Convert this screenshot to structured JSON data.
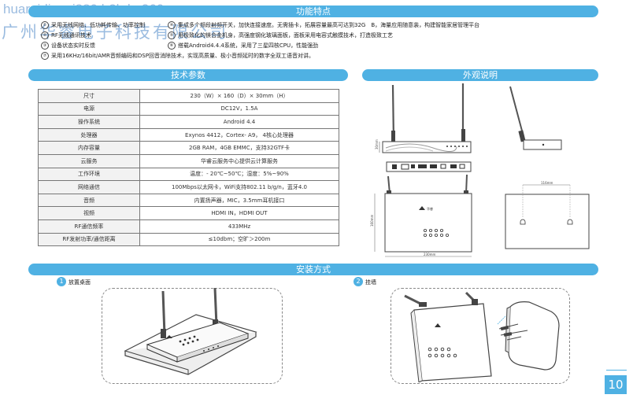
{
  "watermark": {
    "line1": "huaruidianzi889.b2b.hc360.com",
    "line2": "广州华睿电子科技有限公司"
  },
  "sections": {
    "features": "功能特点",
    "specs": "技术参数",
    "appearance": "外观说明",
    "install": "安装方式"
  },
  "features": {
    "col1": [
      {
        "icon": "①",
        "text": "采用无线网络、低功耗传输、功率控制"
      },
      {
        "icon": "②",
        "text": "RF无线通讯技术"
      },
      {
        "icon": "③",
        "text": "设备状态实时反馈"
      }
    ],
    "col2": [
      {
        "icon": "④",
        "text": "集成多个频段射频开关，加快连接速度。无需插卡，拓展容量最高可达到32G　B，海量应用随意装，构建智能家居管理平台"
      },
      {
        "icon": "⑤",
        "text": "用极致化的镁合金机身，高强度钢化玻璃面板，面板采用电容式触摸技术，打造极致工艺"
      },
      {
        "icon": "⑥",
        "text": "搭载Android4.4.4系统，采用了三星四核CPU，性能强劲"
      }
    ],
    "full": {
      "icon": "⑦",
      "text": "采用16KHz/16bit/AMR音频编码和DSP回音消除技术，实现高质量、极小音频延时的数字全双工语音对讲。"
    }
  },
  "spec_rows": [
    {
      "key": "尺寸",
      "value": "230（W）× 160（D）× 30mm（H）"
    },
    {
      "key": "电源",
      "value": "DC12V，1.5A"
    },
    {
      "key": "操作系统",
      "value": "Android 4.4"
    },
    {
      "key": "处理器",
      "value": "Exynos 4412，Cortex- A9， 4核心处理器"
    },
    {
      "key": "内存容量",
      "value": "2GB RAM，4GB EMMC，支持32GTF卡"
    },
    {
      "key": "云服务",
      "value": "华睿云服务中心提供云计算服务"
    },
    {
      "key": "工作环境",
      "value": "温度：- 20℃~50℃；湿度：5%~90%"
    },
    {
      "key": "网络通信",
      "value": "100Mbps以太网卡，WiFi支持802.11 b/g/n，蓝牙4.0"
    },
    {
      "key": "音频",
      "value": "内置扬声器，MIC，3.5mm耳机接口"
    },
    {
      "key": "视频",
      "value": "HDMI IN，HDMI OUT"
    },
    {
      "key": "RF通信频率",
      "value": "433MHz"
    },
    {
      "key": "RF发射功率/通信距离",
      "value": "≤10dbm；空旷＞200m"
    }
  ],
  "appearance": {
    "dim_front_h": "30mm",
    "dim_top_h": "160mm",
    "dim_top_w": "230mm",
    "dim_holes": "116mm",
    "brand": "华睿"
  },
  "install": {
    "method1_num": "1",
    "method1_label": "放置桌面",
    "method2_num": "2",
    "method2_label": "挂墙"
  },
  "page_number": "10",
  "colors": {
    "accent": "#4fb1e3",
    "watermark": "#4a86c8"
  }
}
